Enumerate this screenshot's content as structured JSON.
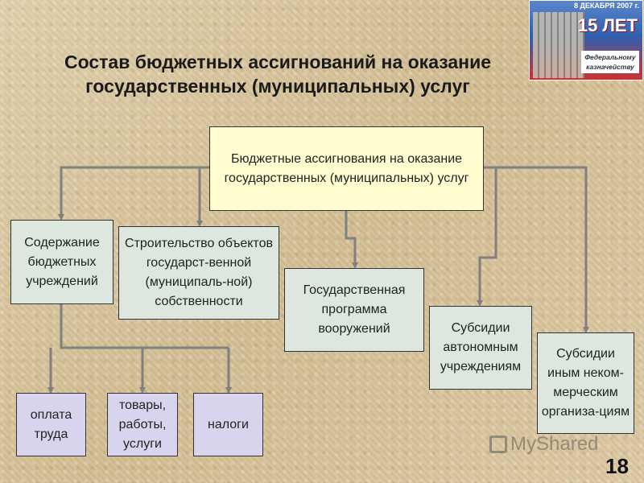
{
  "title": {
    "line1": "Состав бюджетных ассигнований на оказание",
    "line2": "государственных (муниципальных) услуг"
  },
  "logo": {
    "date": "8 ДЕКАБРЯ 2007 г.",
    "years": "15 ЛЕТ",
    "caption": "Федеральному казначейству"
  },
  "diagram": {
    "root": "Бюджетные ассигнования на оказание государственных (муниципальных) услуг",
    "branch_maintenance": "Содержание бюджетных учреждений",
    "branch_construction": "Строительство объектов государст-венной (муниципаль-ной) собственности",
    "branch_armament": "Государственная программа вооружений",
    "branch_autonomous": "Субсидии автономным учреждениям",
    "branch_noncommercial": "Субсидии иным неком-мерческим организа-циям",
    "leaf_wages": "оплата труда",
    "leaf_goods": "товары, работы, услуги",
    "leaf_taxes": "налоги"
  },
  "colors": {
    "box_gray": "#dde6df",
    "box_yellow": "#fffdd0",
    "box_lavender": "#d9d4ee",
    "connector": "#808080"
  },
  "watermark": "MyShared",
  "page_number": "18"
}
